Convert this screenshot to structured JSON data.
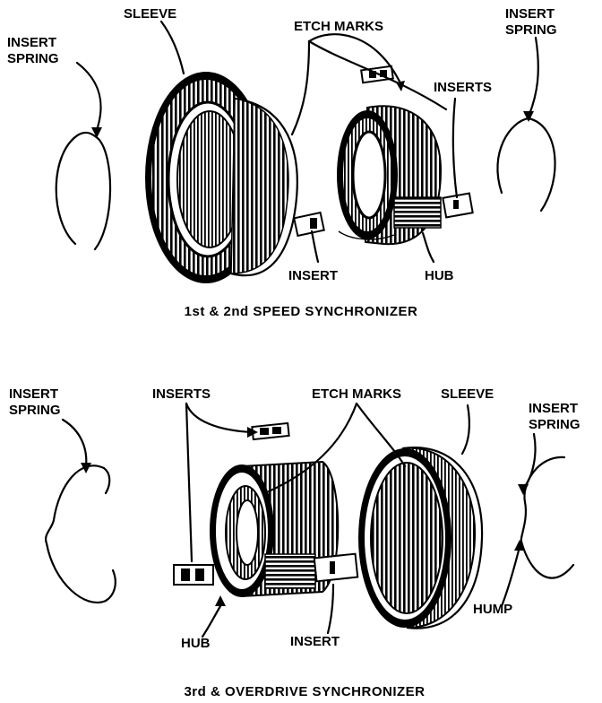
{
  "top": {
    "labels": {
      "sleeve": "SLEEVE",
      "etch_marks": "ETCH MARKS",
      "insert_spring_left_1": "INSERT",
      "insert_spring_left_2": "SPRING",
      "insert_spring_right_1": "INSERT",
      "insert_spring_right_2": "SPRING",
      "inserts": "INSERTS",
      "insert": "INSERT",
      "hub": "HUB"
    },
    "caption": "1st & 2nd SPEED SYNCHRONIZER"
  },
  "bottom": {
    "labels": {
      "insert_spring_left_1": "INSERT",
      "insert_spring_left_2": "SPRING",
      "inserts": "INSERTS",
      "etch_marks": "ETCH MARKS",
      "sleeve": "SLEEVE",
      "insert_spring_right_1": "INSERT",
      "insert_spring_right_2": "SPRING",
      "hub": "HUB",
      "insert": "INSERT",
      "hump": "HUMP"
    },
    "caption": "3rd & OVERDRIVE SYNCHRONIZER"
  }
}
